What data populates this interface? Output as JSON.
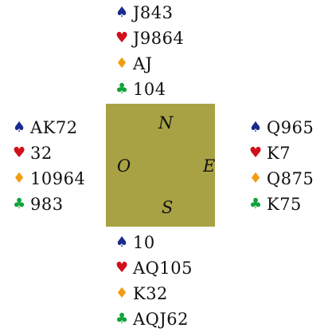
{
  "colors": {
    "table": "#a8a245",
    "spades": "#1b2a8c",
    "hearts": "#d0101b",
    "diamonds": "#f39c12",
    "clubs": "#11a33a",
    "text": "#111111"
  },
  "suits": {
    "spades": "♠",
    "hearts": "♥",
    "diamonds": "♦",
    "clubs": "♣"
  },
  "compass": {
    "north": "N",
    "south": "S",
    "west": "O",
    "east": "E"
  },
  "hands": {
    "north": {
      "spades": "J843",
      "hearts": "J9864",
      "diamonds": "AJ",
      "clubs": "104"
    },
    "west": {
      "spades": "AK72",
      "hearts": "32",
      "diamonds": "10964",
      "clubs": "983"
    },
    "east": {
      "spades": "Q965",
      "hearts": "K7",
      "diamonds": "Q875",
      "clubs": "K75"
    },
    "south": {
      "spades": "10",
      "hearts": "AQ105",
      "diamonds": "K32",
      "clubs": "AQJ62"
    }
  }
}
